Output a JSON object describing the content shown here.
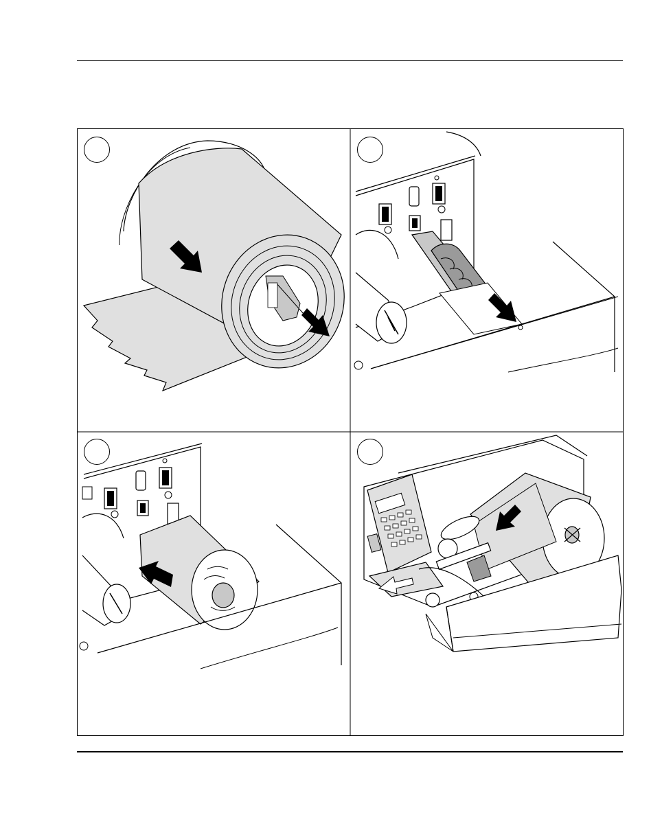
{
  "page": {
    "header_text": "",
    "footer_text": ""
  },
  "steps": [
    {
      "number": "",
      "caption": "",
      "illustration": "ribbon-roll-core-removal"
    },
    {
      "number": "",
      "caption": "",
      "illustration": "remove-empty-core-from-supply-spindle"
    },
    {
      "number": "",
      "caption": "",
      "illustration": "slide-new-roll-onto-spindle"
    },
    {
      "number": "",
      "caption": "",
      "illustration": "thread-media-through-print-mechanism"
    }
  ],
  "colors": {
    "line": "#000000",
    "fill_light": "#e0e0e0",
    "fill_mid": "#c8c8c8",
    "fill_dark": "#9a9a9a",
    "background": "#ffffff"
  }
}
